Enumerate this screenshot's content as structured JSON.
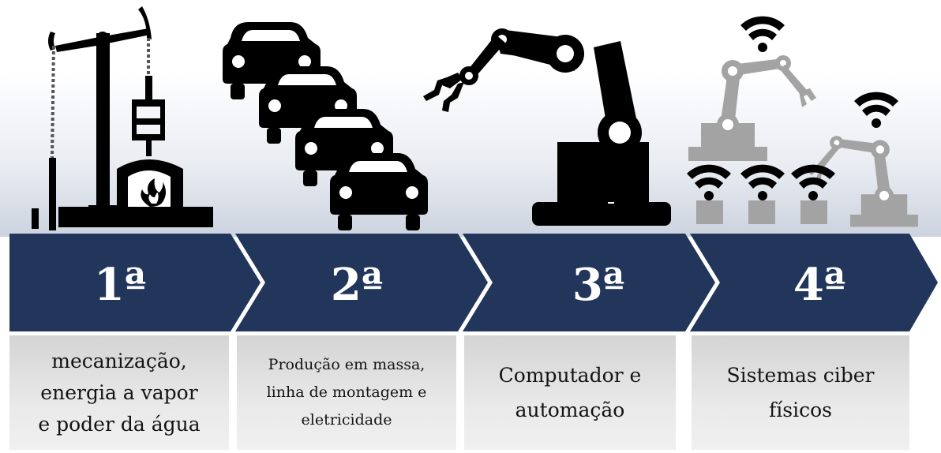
{
  "stages": [
    {
      "number": "1ª",
      "description_lines": [
        "mecanização,",
        "energia a vapor",
        "e poder da água"
      ],
      "icon": "steam-pump-icon"
    },
    {
      "number": "2ª",
      "description_lines": [
        "Produção em massa,",
        "linha de montagem e",
        "eletricidade"
      ],
      "icon": "cars-assembly-line-icon"
    },
    {
      "number": "3ª",
      "description_lines": [
        "Computador e",
        "automação"
      ],
      "icon": "robotic-arm-icon"
    },
    {
      "number": "4ª",
      "description_lines": [
        "Sistemas ciber",
        "físicos"
      ],
      "icon": "networked-robots-wifi-icon"
    }
  ],
  "colors": {
    "arrow_band": "#22365b",
    "icon_dark": "#000000",
    "icon_gray": "#a3a3a3",
    "label_box": "#e2e2e2"
  }
}
